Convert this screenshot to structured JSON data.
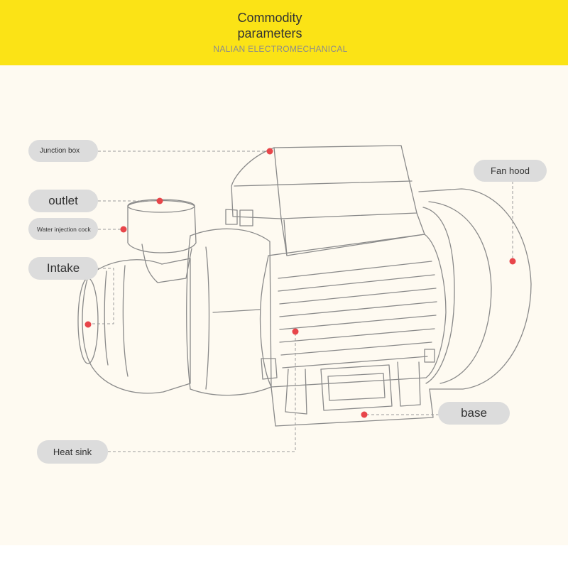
{
  "header": {
    "title": "Commodity parameters",
    "subtitle": "NALIAN ELECTROMECHANICAL",
    "background": "#fbe316"
  },
  "labels": {
    "junction_box": "Junction box",
    "outlet": "outlet",
    "water_injection_cock": "Water injection cock",
    "intake": "Intake",
    "fan_hood": "Fan hood",
    "base": "base",
    "heat_sink": "Heat sink"
  },
  "colors": {
    "marker": "#e8454a",
    "line": "#8a8a8a",
    "pill": "#dcdcdc",
    "background": "#fefaf1"
  }
}
